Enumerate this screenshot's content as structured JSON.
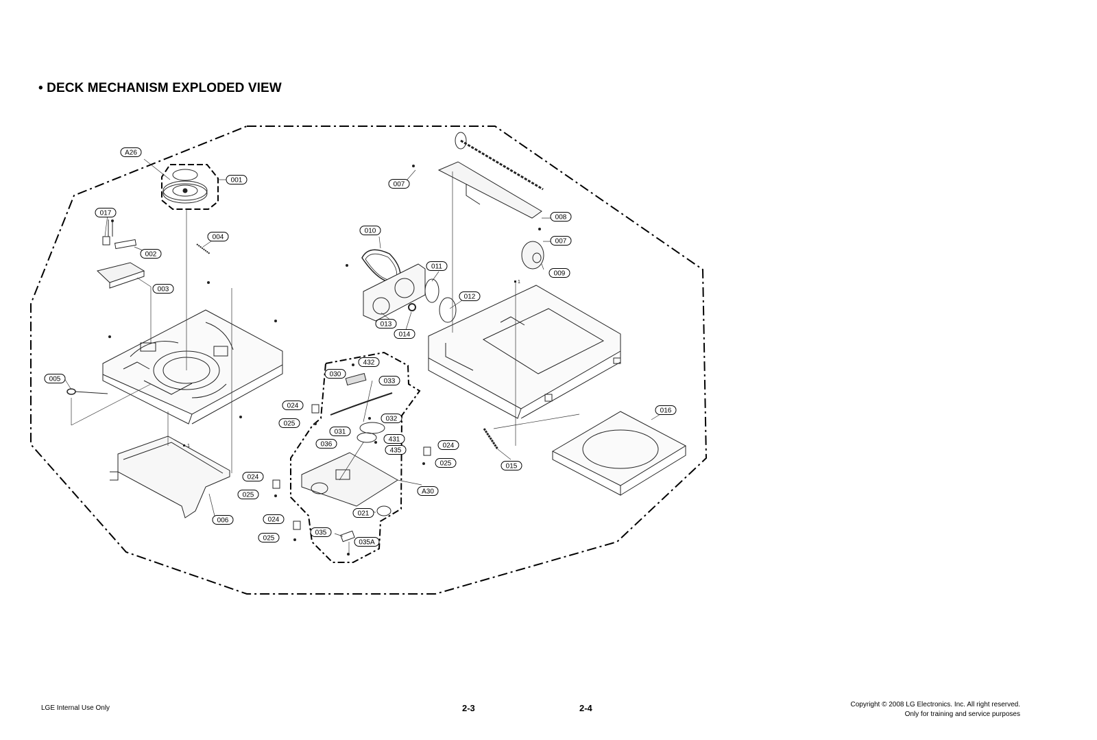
{
  "page": {
    "title": "• DECK MECHANISM EXPLODED VIEW",
    "footer_left": "LGE Internal Use Only",
    "page_left": "2-3",
    "page_right": "2-4",
    "copyright": "Copyright © 2008 LG Electronics. Inc. All right reserved.",
    "copyright_line2": "Only for training and service purposes"
  },
  "callouts": {
    "c_a26": "A26",
    "c_001": "001",
    "c_017": "017",
    "c_002": "002",
    "c_004": "004",
    "c_003": "003",
    "c_005": "005",
    "c_006": "006",
    "c_007a": "007",
    "c_007b": "007",
    "c_008": "008",
    "c_009": "009",
    "c_010": "010",
    "c_011": "011",
    "c_012": "012",
    "c_013": "013",
    "c_014": "014",
    "c_015": "015",
    "c_016": "016",
    "c_030": "030",
    "c_432": "432",
    "c_033": "033",
    "c_024a": "024",
    "c_025a": "025",
    "c_032": "032",
    "c_031": "031",
    "c_036": "036",
    "c_431": "431",
    "c_435": "435",
    "c_024b": "024",
    "c_025b": "025",
    "c_024c": "024",
    "c_025c": "025",
    "c_a30": "A30",
    "c_024d": "024",
    "c_021": "021",
    "c_025d": "025",
    "c_035": "035",
    "c_035a": "035A"
  },
  "marks": {
    "m1": "1",
    "m2": "1"
  }
}
